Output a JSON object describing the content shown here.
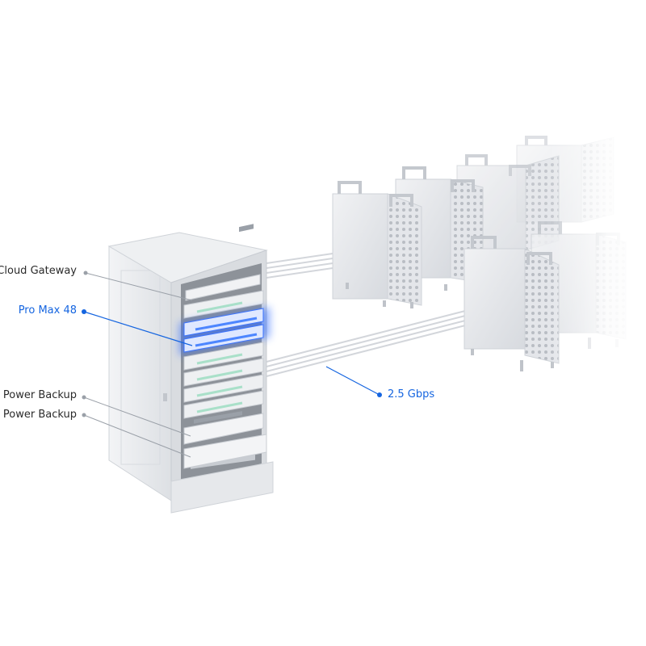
{
  "labels": {
    "cloud_gateway": "Cloud Gateway",
    "pro_max": "Pro Max 48",
    "power_backup_1": "Power Backup",
    "power_backup_2": "Power Backup",
    "link_speed": "2.5 Gbps"
  },
  "icons": {
    "rack": "server-rack-icon",
    "tower": "tower-server-icon"
  },
  "colors": {
    "accent": "#1565e0",
    "label_text": "#2b2b2b",
    "highlight_glow": "#2f6bff",
    "chassis": "#e9ebee",
    "leader_line": "#9aa0a8"
  }
}
